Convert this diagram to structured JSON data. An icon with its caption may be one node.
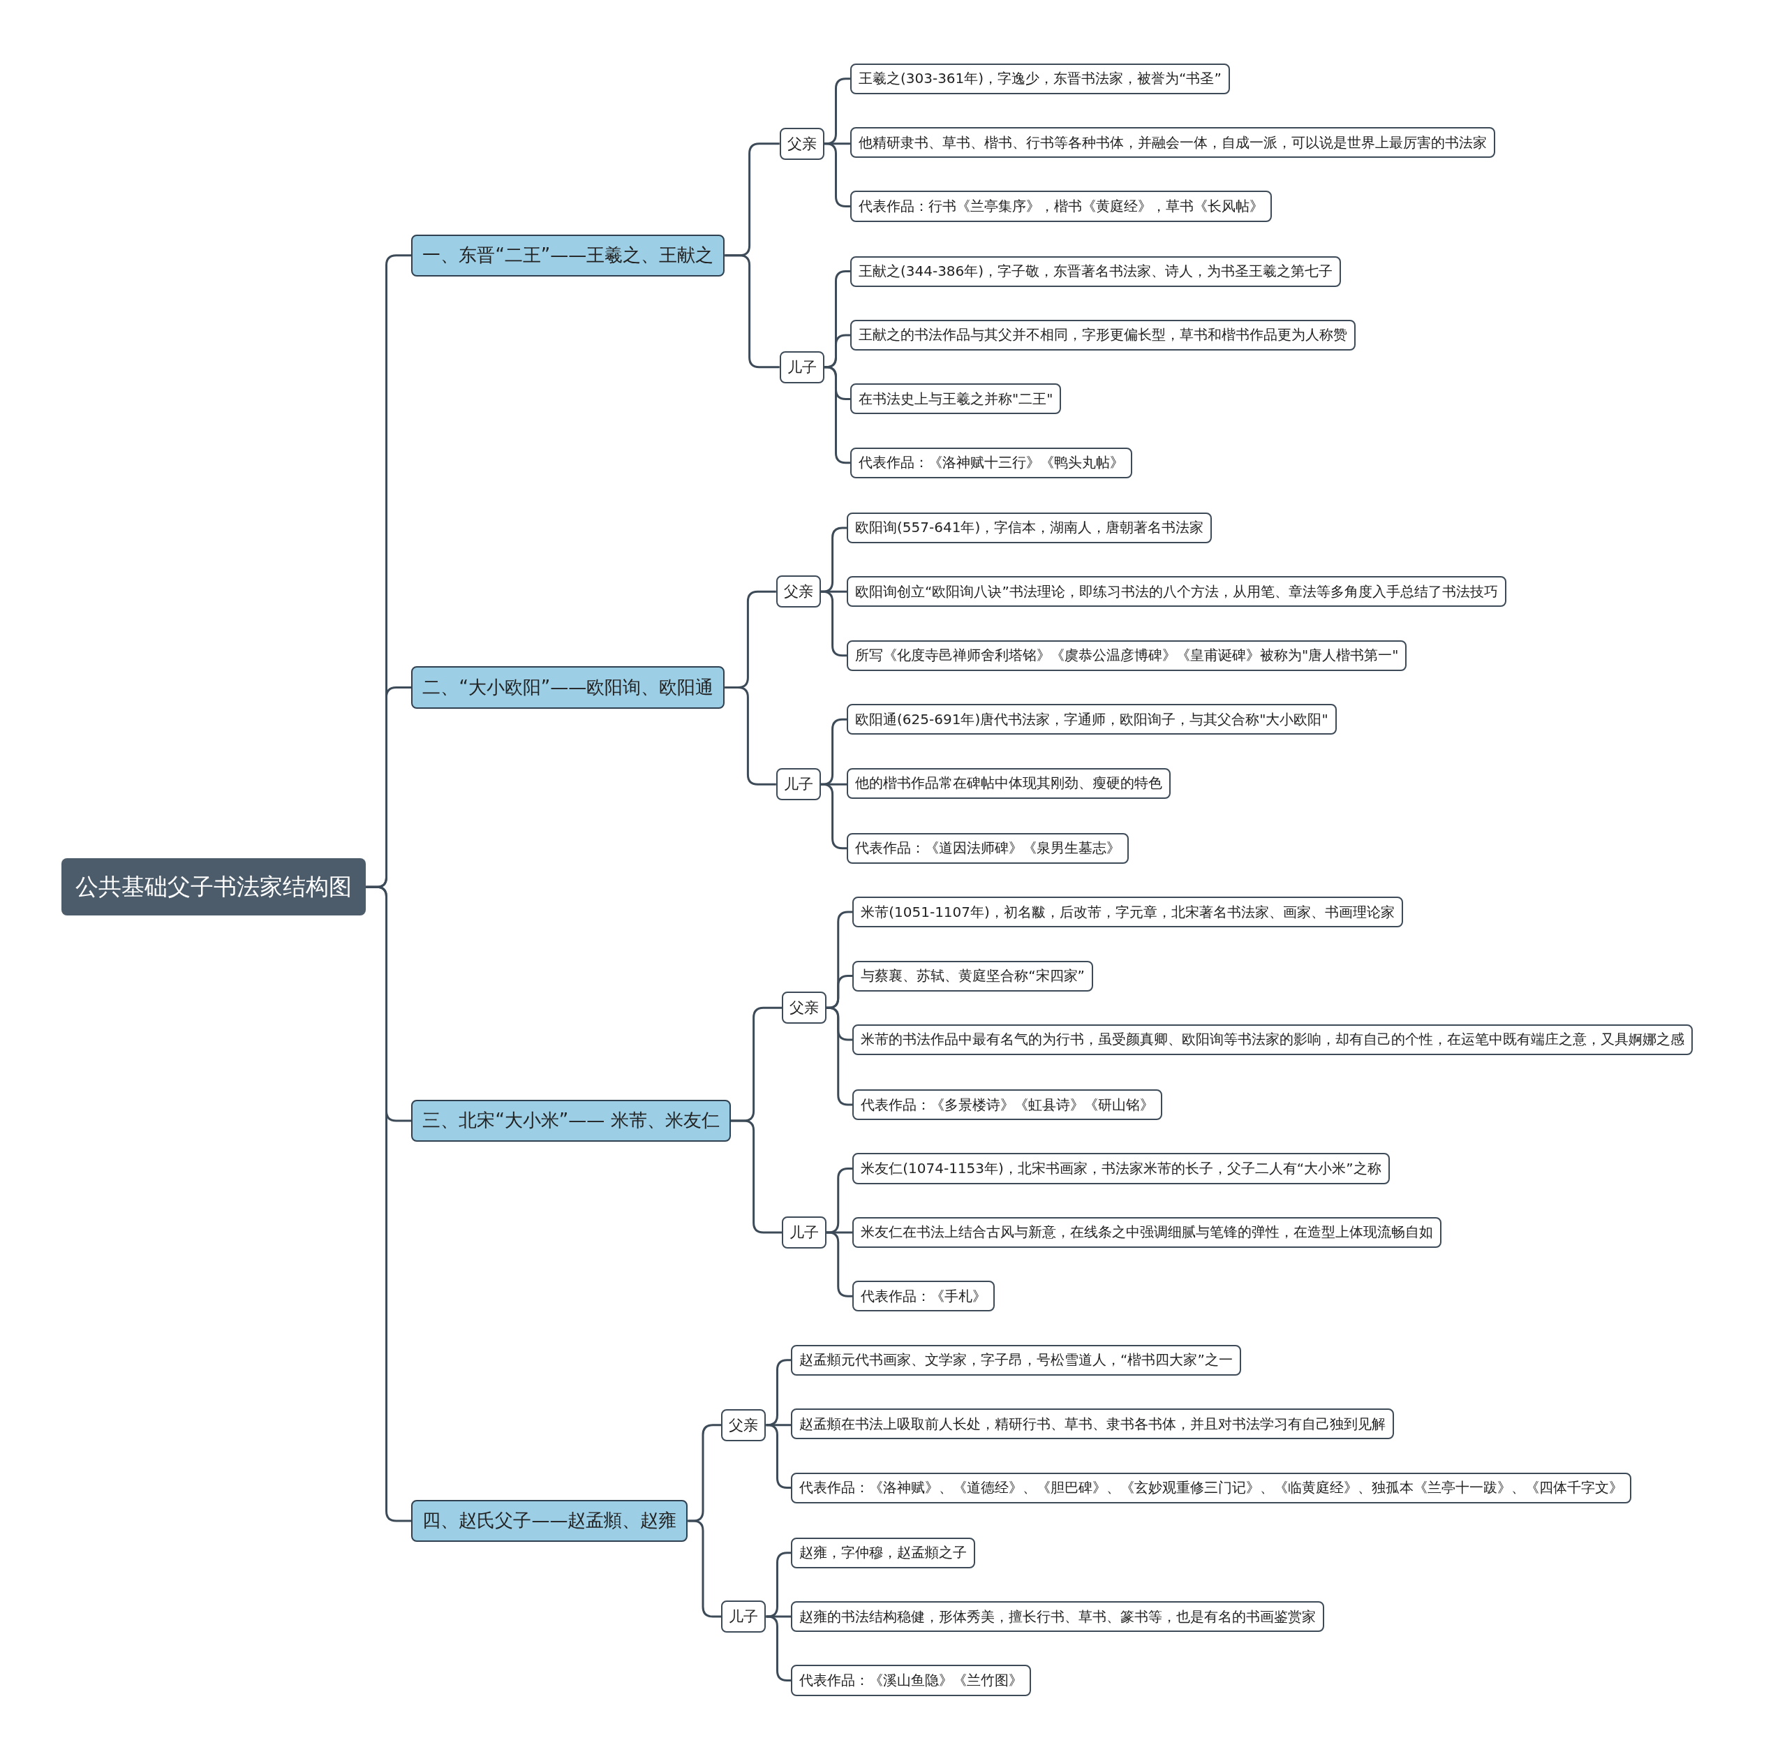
{
  "diagram": {
    "nodes": [
      {
        "text": [
          "公共基础父子书法家结构图"
        ]
      },
      {
        "text": [
          "一、东晋“二王”——王羲之、王献之"
        ]
      },
      {
        "text": [
          "父亲"
        ]
      },
      {
        "text": [
          "王羲之(303-361年)，字逸少，东晋书法家，被誉为“书圣”"
        ]
      },
      {
        "text": [
          "他精研隶书、草书、楷书、行书等各种书体，并融会一体，自成一派，可以说是世界上最厉害的书法家"
        ]
      },
      {
        "text": [
          "代表作品：行书《兰亭集序》，楷书《黄庭经》，草书《长风帖》"
        ]
      },
      {
        "text": [
          "儿子"
        ]
      },
      {
        "text": [
          "王献之(344-386年)，字子敬，东晋著名书法家、诗人，为书圣王羲之第七子"
        ]
      },
      {
        "text": [
          "王献之的书法作品与其父并不相同，字形更偏长型，草书和楷书作品更为人称赞"
        ]
      },
      {
        "text": [
          "在书法史上与王羲之并称\"二王\""
        ]
      },
      {
        "text": [
          "代表作品：《洛神赋十三行》《鸭头丸帖》"
        ]
      },
      {
        "text": [
          "二、“大小欧阳”——欧阳询、欧阳通"
        ]
      },
      {
        "text": [
          "父亲"
        ]
      },
      {
        "text": [
          "欧阳询(557-641年)，字信本，湖南人，唐朝著名书法家"
        ]
      },
      {
        "text": [
          "欧阳询创立“欧阳询八诀”书法理论，即练习书法的八个方法，从用笔、章法等多角度入手总结了书法技巧"
        ]
      },
      {
        "text": [
          "所写《化度寺邑禅师舍利塔铭》《虞恭公温彦博碑》《皇甫诞碑》被称为\"唐人楷书第一\""
        ]
      },
      {
        "text": [
          "儿子"
        ]
      },
      {
        "text": [
          "欧阳通(625-691年)唐代书法家，字通师，欧阳询子，与其父合称\"大小欧阳\""
        ]
      },
      {
        "text": [
          "他的楷书作品常在碑帖中体现其刚劲、瘦硬的特色"
        ]
      },
      {
        "text": [
          "代表作品：《道因法师碑》《泉男生墓志》"
        ]
      },
      {
        "text": [
          "三、北宋“大小米”—— 米芾、米友仁"
        ]
      },
      {
        "text": [
          "父亲"
        ]
      },
      {
        "text": [
          "米芾(1051-1107年)，初名黻，后改芾，字元章，北宋著名书法家、画家、书画理论家"
        ]
      },
      {
        "text": [
          "与蔡襄、苏轼、黄庭坚合称“宋四家”"
        ]
      },
      {
        "text": [
          "米芾的书法作品中最有名气的为行书，虽受颜真卿、欧阳询等书法家的影响，却有自己的个性，在运笔中既有端庄之意，又具婀娜之感"
        ]
      },
      {
        "text": [
          "代表作品：《多景楼诗》《虹县诗》《研山铭》"
        ]
      },
      {
        "text": [
          "儿子"
        ]
      },
      {
        "text": [
          "米友仁(1074-1153年)，北宋书画家，书法家米芾的长子，父子二人有“大小米”之称"
        ]
      },
      {
        "text": [
          "米友仁在书法上结合古风与新意，在线条之中强调细腻与笔锋的弹性，在造型上体现流畅自如"
        ]
      },
      {
        "text": [
          "代表作品：《手札》"
        ]
      },
      {
        "text": [
          "四、赵氏父子——赵孟頫、赵雍"
        ]
      },
      {
        "text": [
          "父亲"
        ]
      },
      {
        "text": [
          "赵孟頫元代书画家、文学家，字子昂，号松雪道人，“楷书四大家”之一"
        ]
      },
      {
        "text": [
          "赵孟頫在书法上吸取前人长处，精研行书、草书、隶书各书体，并且对书法学习有自己独到见解"
        ]
      },
      {
        "text": [
          "代表作品：《洛神赋》、《道德经》、《胆巴碑》、《玄妙观重修三门记》、《临黄庭经》、独孤本《兰亭十一跋》、《四体千字文》"
        ]
      },
      {
        "text": [
          "儿子"
        ]
      },
      {
        "text": [
          "赵雍，字仲穆，赵孟頫之子"
        ]
      },
      {
        "text": [
          "赵雍的书法结构稳健，形体秀美，擅长行书、草书、篆书等，也是有名的书画鉴赏家"
        ]
      },
      {
        "text": [
          "代表作品：《溪山鱼隐》《兰竹图》"
        ]
      }
    ],
    "edges": [
      {
        "from": 0,
        "to": 1,
        "arrow": "none"
      },
      {
        "from": 0,
        "to": 11,
        "arrow": "none"
      },
      {
        "from": 0,
        "to": 20,
        "arrow": "none"
      },
      {
        "from": 0,
        "to": 30,
        "arrow": "none"
      },
      {
        "from": 1,
        "to": 2,
        "arrow": "none"
      },
      {
        "from": 1,
        "to": 6,
        "arrow": "none"
      },
      {
        "from": 2,
        "to": 3,
        "arrow": "none"
      },
      {
        "from": 2,
        "to": 4,
        "arrow": "none"
      },
      {
        "from": 2,
        "to": 5,
        "arrow": "none"
      },
      {
        "from": 6,
        "to": 7,
        "arrow": "none"
      },
      {
        "from": 6,
        "to": 8,
        "arrow": "none"
      },
      {
        "from": 6,
        "to": 9,
        "arrow": "none"
      },
      {
        "from": 6,
        "to": 10,
        "arrow": "none"
      },
      {
        "from": 11,
        "to": 12,
        "arrow": "none"
      },
      {
        "from": 11,
        "to": 16,
        "arrow": "none"
      },
      {
        "from": 12,
        "to": 13,
        "arrow": "none"
      },
      {
        "from": 12,
        "to": 14,
        "arrow": "none"
      },
      {
        "from": 12,
        "to": 15,
        "arrow": "none"
      },
      {
        "from": 16,
        "to": 17,
        "arrow": "none"
      },
      {
        "from": 16,
        "to": 18,
        "arrow": "none"
      },
      {
        "from": 16,
        "to": 19,
        "arrow": "none"
      },
      {
        "from": 20,
        "to": 21,
        "arrow": "none"
      },
      {
        "from": 20,
        "to": 26,
        "arrow": "none"
      },
      {
        "from": 21,
        "to": 22,
        "arrow": "none"
      },
      {
        "from": 21,
        "to": 23,
        "arrow": "none"
      },
      {
        "from": 21,
        "to": 24,
        "arrow": "none"
      },
      {
        "from": 21,
        "to": 25,
        "arrow": "none"
      },
      {
        "from": 26,
        "to": 27,
        "arrow": "none"
      },
      {
        "from": 26,
        "to": 28,
        "arrow": "none"
      },
      {
        "from": 26,
        "to": 29,
        "arrow": "none"
      },
      {
        "from": 30,
        "to": 31,
        "arrow": "none"
      },
      {
        "from": 30,
        "to": 35,
        "arrow": "none"
      },
      {
        "from": 31,
        "to": 32,
        "arrow": "none"
      },
      {
        "from": 31,
        "to": 33,
        "arrow": "none"
      },
      {
        "from": 31,
        "to": 34,
        "arrow": "none"
      },
      {
        "from": 35,
        "to": 36,
        "arrow": "none"
      },
      {
        "from": 35,
        "to": 37,
        "arrow": "none"
      },
      {
        "from": 35,
        "to": 38,
        "arrow": "none"
      }
    ]
  }
}
